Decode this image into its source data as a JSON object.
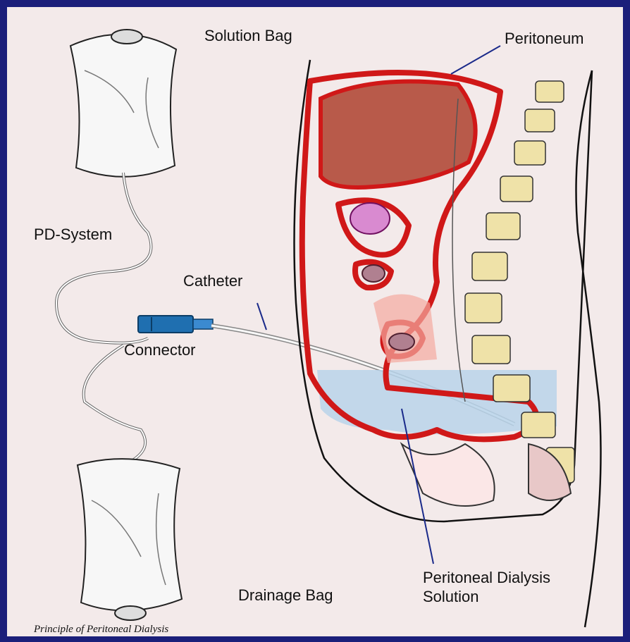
{
  "labels": {
    "solution_bag": "Solution Bag",
    "peritoneum": "Peritoneum",
    "pd_system": "PD-System",
    "catheter": "Catheter",
    "connector": "Connector",
    "drainage_bag": "Drainage Bag",
    "pd_solution_line1": "Peritoneal Dialysis",
    "pd_solution_line2": "Solution"
  },
  "caption": "Principle of Peritoneal Dialysis",
  "colors": {
    "frame_border": "#1b1f7a",
    "background": "#f3eaea",
    "peritoneum_red": "#d01818",
    "liver": "#b85a4a",
    "spine": "#efe2a8",
    "fluid": "#b9d4ea",
    "connector": "#1f6fb0"
  }
}
